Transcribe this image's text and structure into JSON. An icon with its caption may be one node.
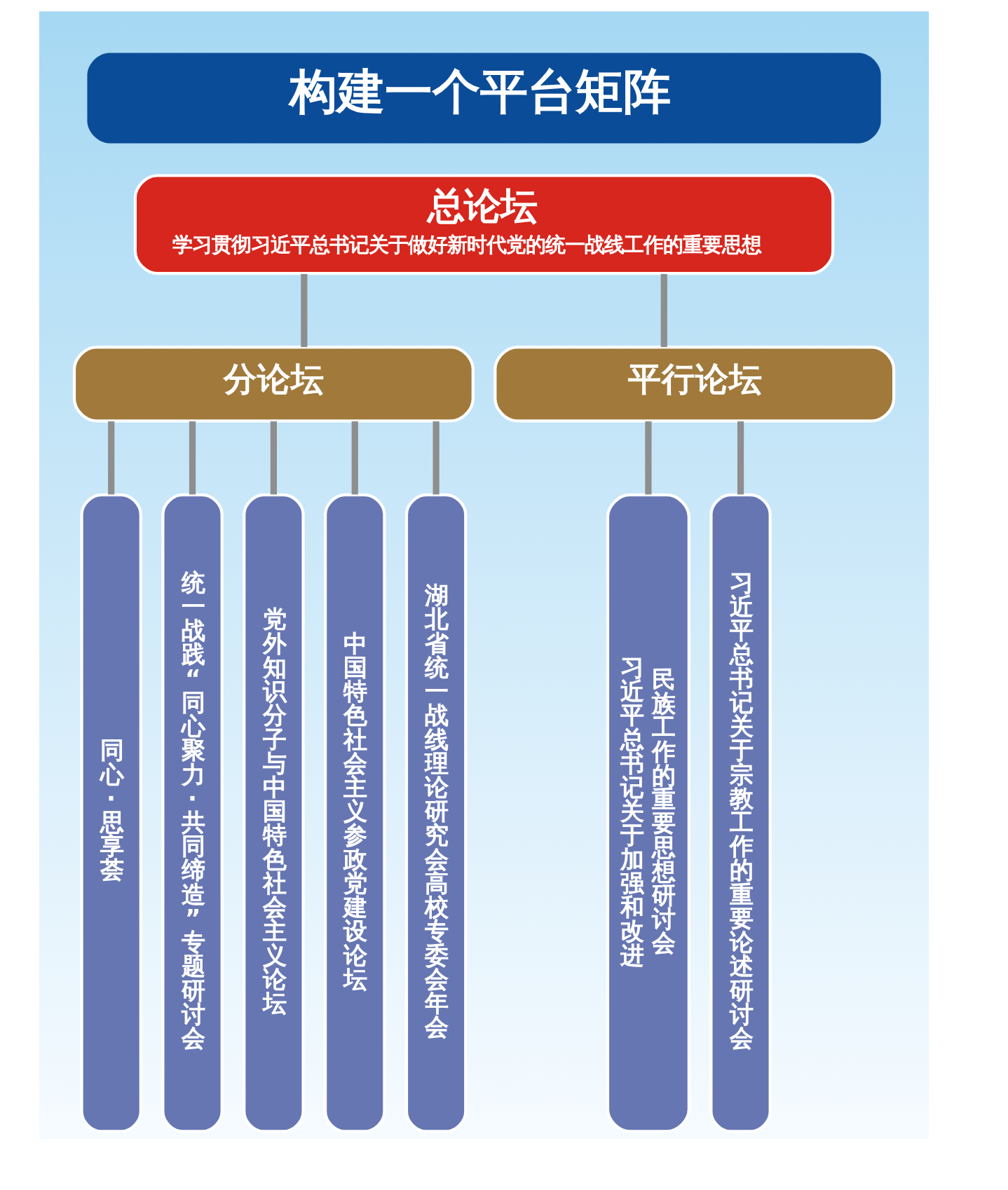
{
  "diagram": {
    "title": "构建一个平台矩阵",
    "nodes": [
      {
        "text": [
          "总论坛",
          "学习贯彻习近平总书记关于做好新时代党的统一战线工作的重要思想"
        ]
      },
      {
        "text": [
          "分论坛"
        ]
      },
      {
        "text": [
          "平行论坛"
        ]
      },
      {
        "text": [
          "同心·思享荟"
        ]
      },
      {
        "text": [
          "统一战践“同心聚力·共同缔造”专题研讨会"
        ]
      },
      {
        "text": [
          "党外知识分子与中国特色社会主义论坛"
        ]
      },
      {
        "text": [
          "中国特色社会主义参政党建设论坛"
        ]
      },
      {
        "text": [
          "湖北省统一战线理论研究会高校专委会年会"
        ]
      },
      {
        "text": [
          "习近平总书记关于加强和改进民族工作的重要思想研讨会"
        ]
      },
      {
        "text": [
          "习近平总书记关于宗教工作的重要论述研讨会"
        ]
      }
    ],
    "edges": [
      {
        "from": 0,
        "to": 1,
        "arrow": "none"
      },
      {
        "from": 0,
        "to": 2,
        "arrow": "none"
      },
      {
        "from": 1,
        "to": 3,
        "arrow": "none"
      },
      {
        "from": 1,
        "to": 4,
        "arrow": "none"
      },
      {
        "from": 1,
        "to": 5,
        "arrow": "none"
      },
      {
        "from": 1,
        "to": 6,
        "arrow": "none"
      },
      {
        "from": 1,
        "to": 7,
        "arrow": "none"
      },
      {
        "from": 2,
        "to": 8,
        "arrow": "none"
      },
      {
        "from": 2,
        "to": 9,
        "arrow": "none"
      }
    ]
  }
}
